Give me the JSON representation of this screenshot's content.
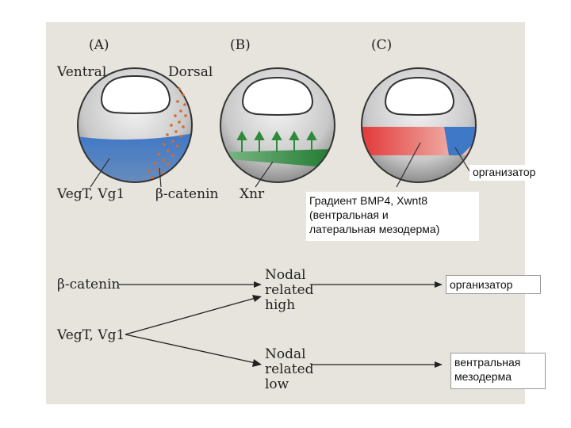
{
  "panels": [
    {
      "letter": "(A)",
      "left_label": "Ventral",
      "right_label": "Dorsal"
    },
    {
      "letter": "(B)"
    },
    {
      "letter": "(C)"
    }
  ],
  "bottom_labels": {
    "vegt_vg1": "VegT, Vg1",
    "beta_catenin": "β-catenin",
    "xnr": "Xnr"
  },
  "overlay": {
    "organizer_top": "организатор",
    "gradient_line1": "Градиент BMP4, Xwnt8",
    "gradient_line2": "(вентральная и",
    "gradient_line3": "латеральная мезодерма)",
    "organizer_flow": "организатор",
    "ventral_line1": "вентральная",
    "ventral_line2": "мезодерма"
  },
  "flow": {
    "beta_catenin": "β-catenin",
    "vegt_vg1": "VegT, Vg1",
    "nodal_high": [
      "Nodal",
      "related",
      "high"
    ],
    "nodal_low": [
      "Nodal",
      "related",
      "low"
    ]
  },
  "colors": {
    "panel_bg": "#e7e4dd",
    "blue": "#3f78c7",
    "orange": "#d9692a",
    "green": "#2e8a3a",
    "red": "#e23a3a"
  }
}
